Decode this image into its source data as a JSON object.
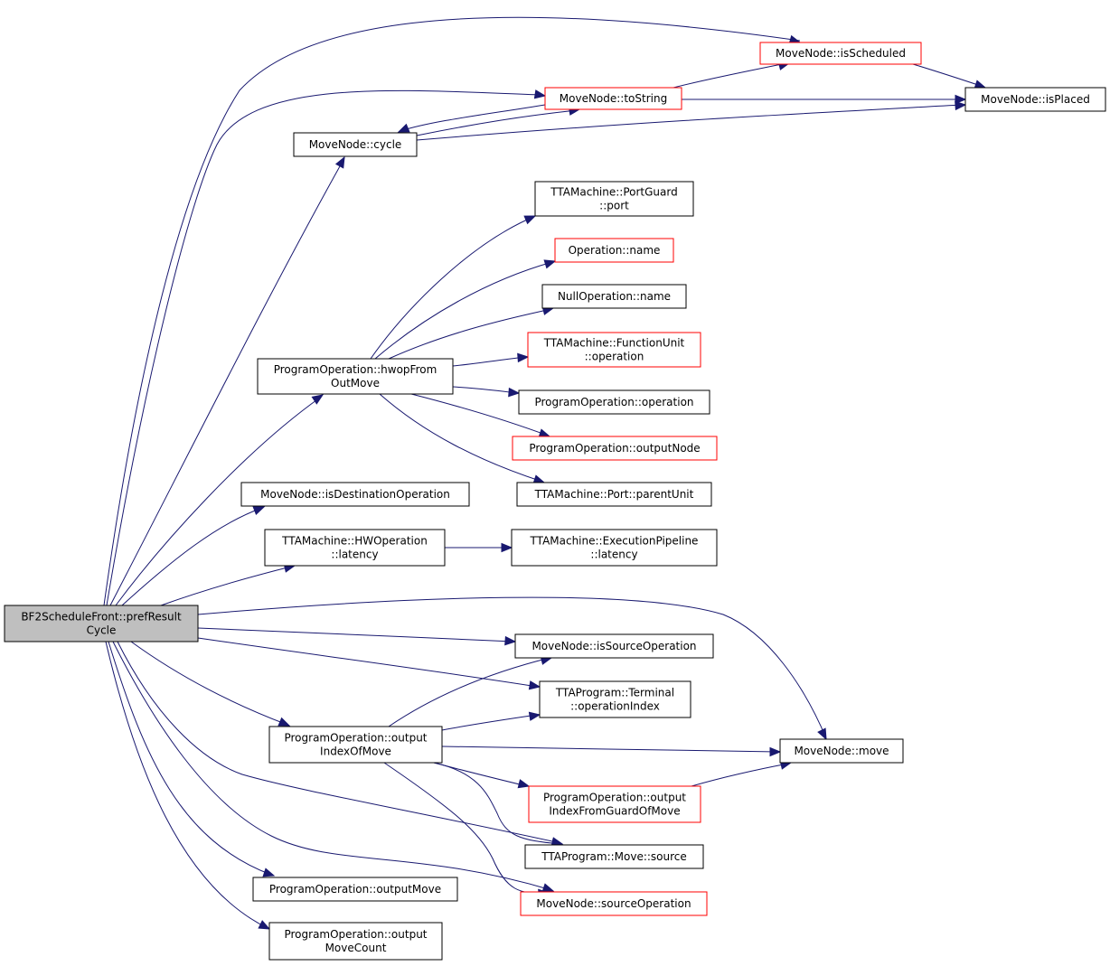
{
  "colors": {
    "edge": "#191970",
    "node_border": "#000000",
    "node_border_highlight": "#ff0000",
    "root_fill": "#bfbfbf"
  },
  "nodes": {
    "root": {
      "lines": [
        "BF2ScheduleFront::prefResult",
        "Cycle"
      ]
    },
    "isScheduled": {
      "lines": [
        "MoveNode::isScheduled"
      ]
    },
    "toString": {
      "lines": [
        "MoveNode::toString"
      ]
    },
    "isPlaced": {
      "lines": [
        "MoveNode::isPlaced"
      ]
    },
    "cycle": {
      "lines": [
        "MoveNode::cycle"
      ]
    },
    "portGuardPort": {
      "lines": [
        "TTAMachine::PortGuard",
        "::port"
      ]
    },
    "operationName": {
      "lines": [
        "Operation::name"
      ]
    },
    "nullOperationName": {
      "lines": [
        "NullOperation::name"
      ]
    },
    "fuOperation": {
      "lines": [
        "TTAMachine::FunctionUnit",
        "::operation"
      ]
    },
    "hwopFromOutMove": {
      "lines": [
        "ProgramOperation::hwopFrom",
        "OutMove"
      ]
    },
    "poOperation": {
      "lines": [
        "ProgramOperation::operation"
      ]
    },
    "poOutputNode": {
      "lines": [
        "ProgramOperation::outputNode"
      ]
    },
    "portParentUnit": {
      "lines": [
        "TTAMachine::Port::parentUnit"
      ]
    },
    "isDestinationOperation": {
      "lines": [
        "MoveNode::isDestinationOperation"
      ]
    },
    "hwOperationLatency": {
      "lines": [
        "TTAMachine::HWOperation",
        "::latency"
      ]
    },
    "pipelineLatency": {
      "lines": [
        "TTAMachine::ExecutionPipeline",
        "::latency"
      ]
    },
    "isSourceOperation": {
      "lines": [
        "MoveNode::isSourceOperation"
      ]
    },
    "terminalOperationIndex": {
      "lines": [
        "TTAProgram::Terminal",
        "::operationIndex"
      ]
    },
    "outputIndexOfMove": {
      "lines": [
        "ProgramOperation::output",
        "IndexOfMove"
      ]
    },
    "moveNodeMove": {
      "lines": [
        "MoveNode::move"
      ]
    },
    "outputIndexFromGuard": {
      "lines": [
        "ProgramOperation::output",
        "IndexFromGuardOfMove"
      ]
    },
    "moveSource": {
      "lines": [
        "TTAProgram::Move::source"
      ]
    },
    "outputMove": {
      "lines": [
        "ProgramOperation::outputMove"
      ]
    },
    "sourceOperation": {
      "lines": [
        "MoveNode::sourceOperation"
      ]
    },
    "outputMoveCount": {
      "lines": [
        "ProgramOperation::output",
        "MoveCount"
      ]
    }
  }
}
